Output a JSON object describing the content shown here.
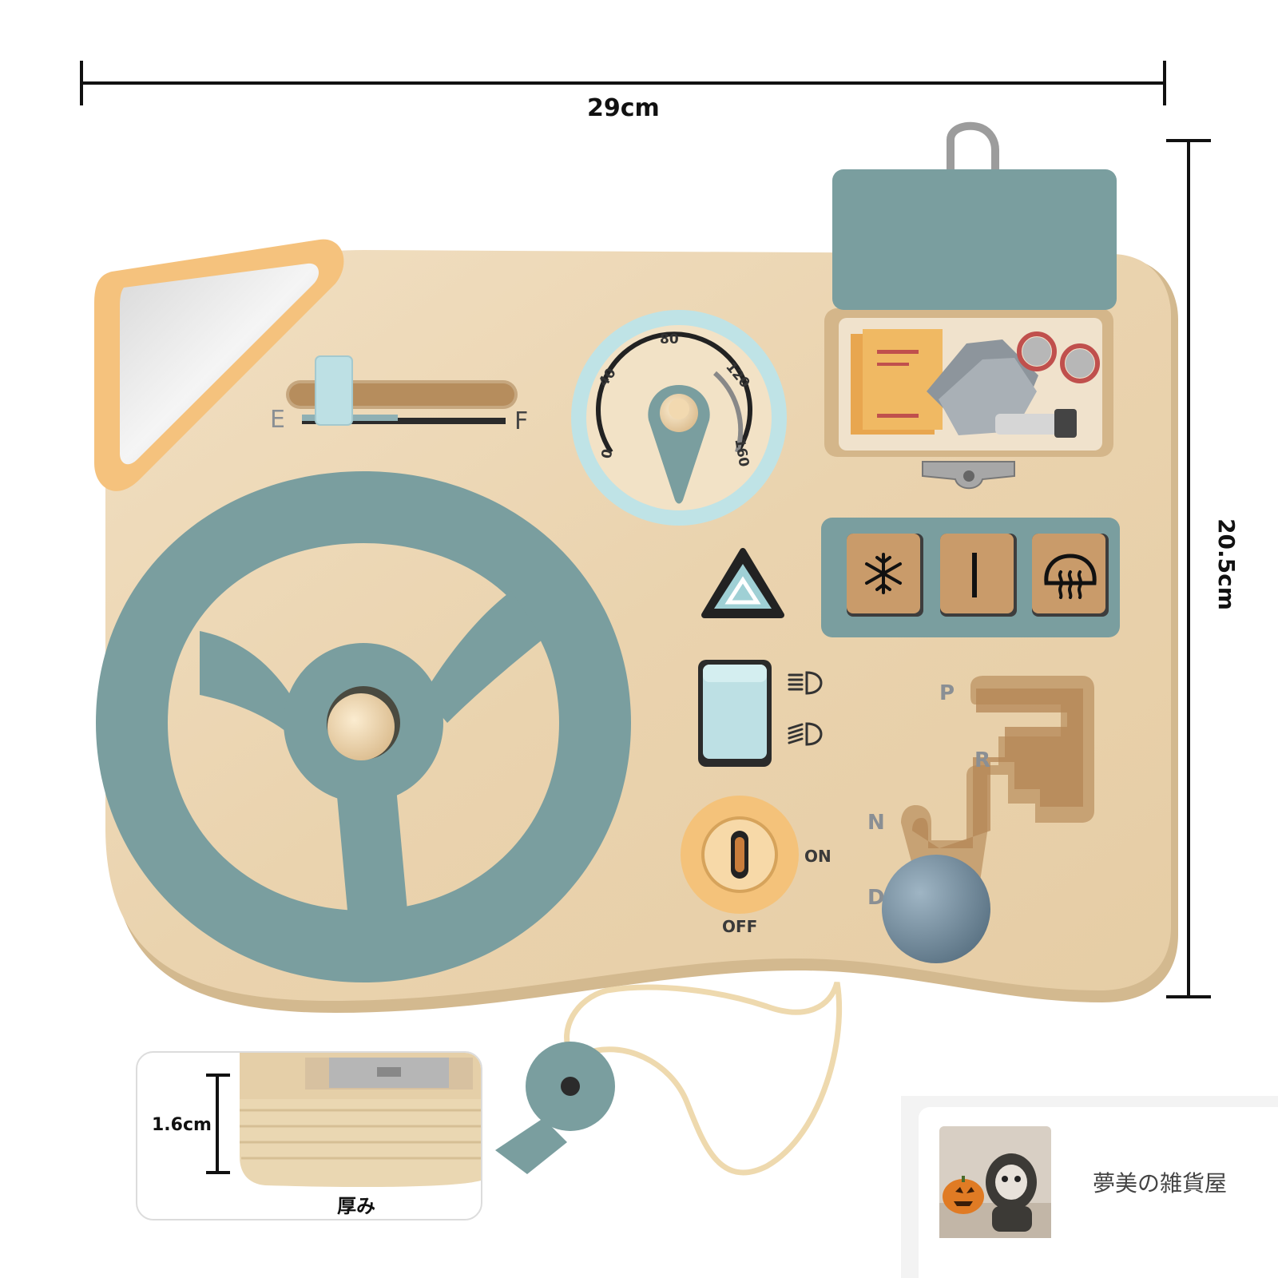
{
  "dimensions": {
    "width_label": "29cm",
    "height_label": "20.5cm",
    "thickness_label": "1.6cm",
    "thickness_caption": "厚み"
  },
  "board": {
    "fuel_gauge": {
      "empty_label": "E",
      "full_label": "F"
    },
    "speedometer": {
      "ticks": [
        "0",
        "40",
        "80",
        "120",
        "160"
      ]
    },
    "gear_shift": {
      "positions": [
        "P",
        "R",
        "N",
        "D"
      ]
    },
    "ignition": {
      "on_label": "ON",
      "off_label": "OFF"
    },
    "buttons": [
      "snowflake-icon",
      "line-icon",
      "rear-defrost-icon"
    ],
    "headlight_icons": [
      "high-beam-icon",
      "low-beam-icon"
    ]
  },
  "shop": {
    "name": "夢美の雑貨屋"
  },
  "colors": {
    "wood": "#ecd6b4",
    "teal": "#7a9e9f",
    "light_blue": "#bfe3e6",
    "yellow": "#f4c27a",
    "dark": "#222222"
  }
}
